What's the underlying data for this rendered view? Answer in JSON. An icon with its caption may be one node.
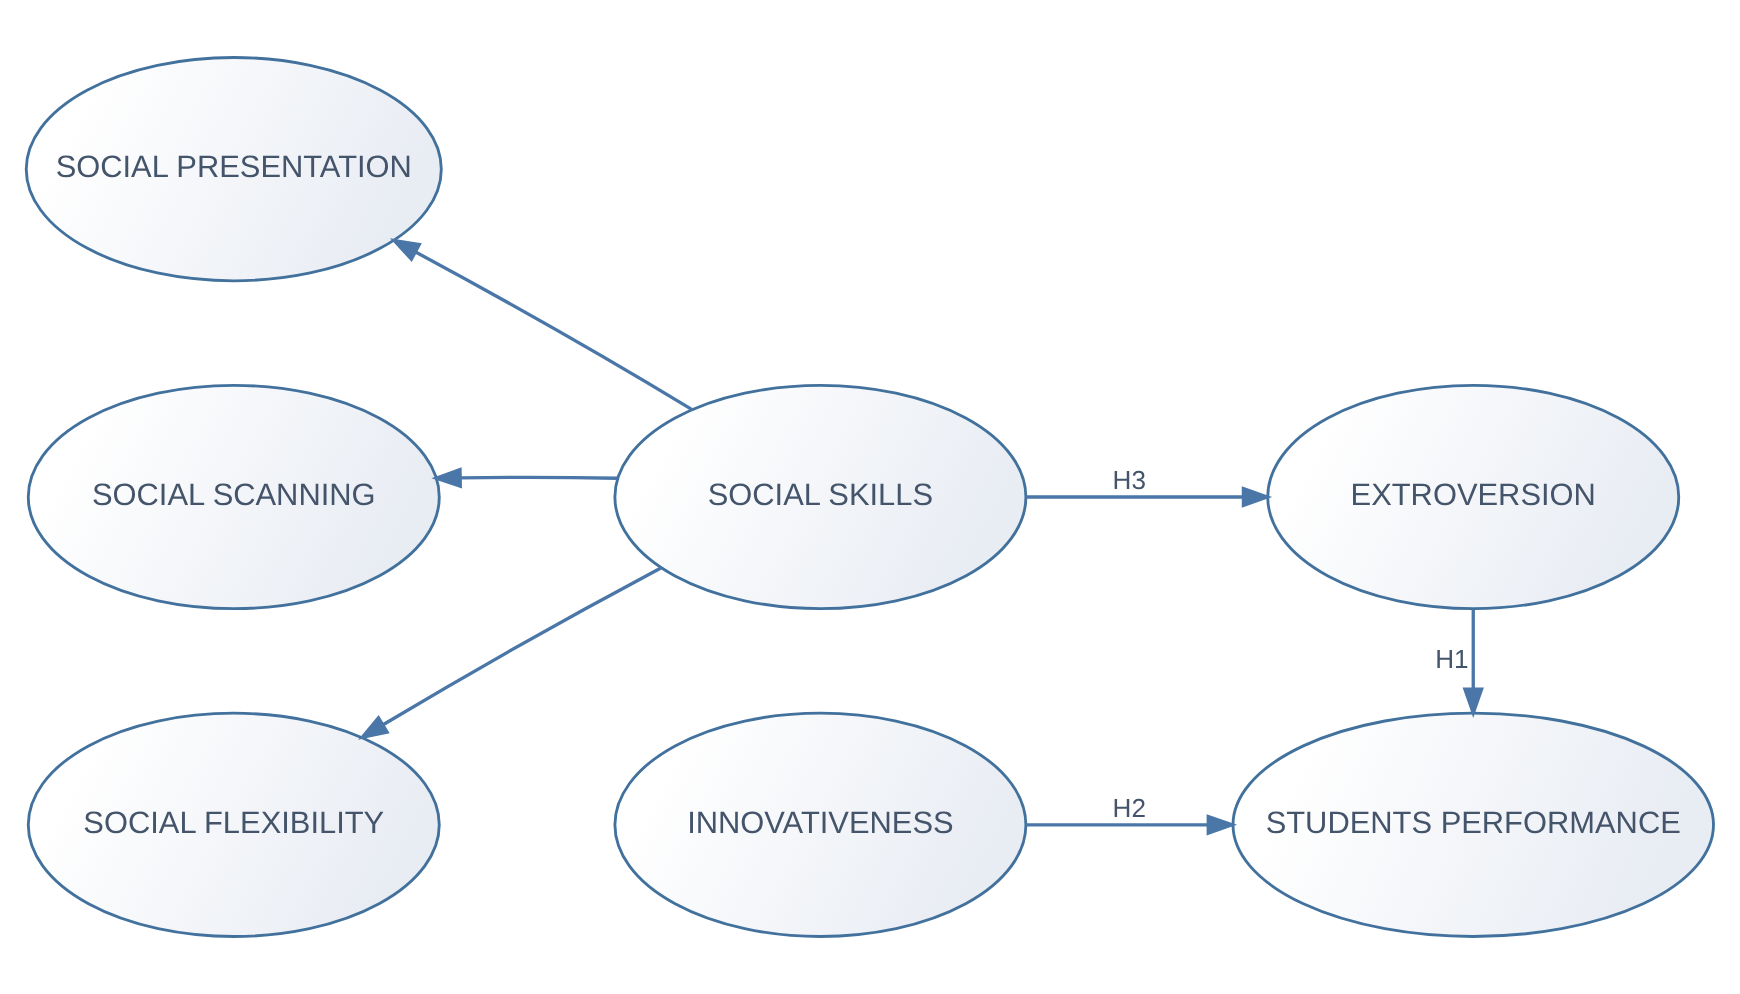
{
  "diagram": {
    "nodes": [
      {
        "text": [
          "SOCIAL PRESENTATION"
        ]
      },
      {
        "text": [
          "EXTROVERSION"
        ]
      },
      {
        "text": [
          "SOCIAL SCANNING"
        ]
      },
      {
        "text": [
          "SOCIAL SKILLS"
        ]
      },
      {
        "text": [
          "SOCIAL FLEXIBILITY"
        ]
      },
      {
        "text": [
          "INNOVATIVENESS"
        ]
      },
      {
        "text": [
          "STUDENTS PERFORMANCE"
        ]
      }
    ],
    "edges": [
      {
        "from": 3,
        "to": 0,
        "arrow": "to"
      },
      {
        "from": 3,
        "to": 2,
        "arrow": "to"
      },
      {
        "from": 3,
        "to": 4,
        "arrow": "to"
      },
      {
        "from": 3,
        "to": 1,
        "arrow": "to",
        "label": "H3"
      },
      {
        "from": 1,
        "to": 6,
        "arrow": "to",
        "label": "H1"
      },
      {
        "from": 5,
        "to": 6,
        "arrow": "to",
        "label": "H2"
      }
    ]
  }
}
